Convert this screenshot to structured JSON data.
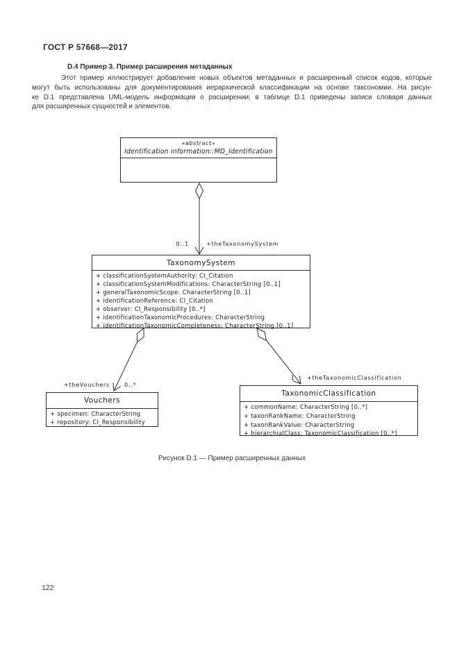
{
  "page": {
    "header": "ГОСТ Р 57668—2017",
    "section_heading": "D.4 Пример 3. Пример расширения метаданных",
    "paragraph_lines": [
      "Этот пример иллюстрирует добавление новых объектов метаданных и расширенный список кодов, которые",
      "могут быть использованы для документирования иерархической классификации на основе таксономии. На рисун-",
      "ке D.1 представлена UML-модель информации о расширении; в таблице D.1 приведены записи словаря данных",
      "для расширенных сущностей и элементов."
    ],
    "figure_caption": "Рисунок D.1 — Пример расширенных данных",
    "page_number": "122"
  },
  "diagram": {
    "classes": [
      {
        "id": "md_identification",
        "stereotype": "«abstract»",
        "name": "Identification information::MD_Identification",
        "attributes": []
      },
      {
        "id": "taxonomy_system",
        "name": "TaxonomySystem",
        "attributes": [
          "+  classificationSystemAuthority:  CI_Citation",
          "+  classificationSystemModifications:  CharacterString [0..1]",
          "+  generalTaxonomicScope:  CharacterString [0..1]",
          "+  identificationReference:  CI_Citation",
          "+  observer:  CI_Responsibility [0..*]",
          "+  identificationTaxonomicProcedures:  CharacterString",
          "+  identificationTaxonomicCompleteness:  CharacterString [0..1]"
        ]
      },
      {
        "id": "vouchers",
        "name": "Vouchers",
        "attributes": [
          "+  specimen:  CharacterString",
          "+  repository:  CI_Responsibility"
        ]
      },
      {
        "id": "taxonomic_classification",
        "name": "TaxonomicClassification",
        "attributes": [
          "+  commonName:  CharacterString [0..*]",
          "+  taxonRankName:  CharacterString",
          "+  taxonRankValue:  CharacterString",
          "+  hierarchialClass:  TaxonomicClassification [0..*]"
        ]
      }
    ],
    "associations": [
      {
        "multiplicity": "0..1",
        "role": "+theTaxonomySystem"
      },
      {
        "role": "+theVouchers",
        "multiplicity": "0..*"
      },
      {
        "multiplicity": "1",
        "role": "+theTaxonomicClassification"
      }
    ]
  }
}
